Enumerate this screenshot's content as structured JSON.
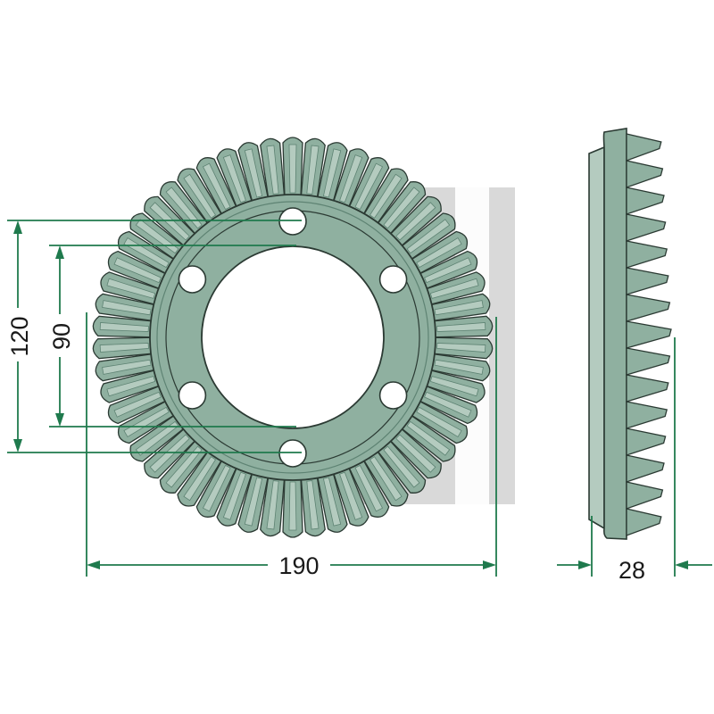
{
  "dimensions": {
    "outer_diameter": "190",
    "width": "28",
    "bolt_circle_outer": "120",
    "bolt_circle_inner": "90"
  },
  "colors": {
    "gear_fill": "#8fb0a0",
    "gear_light": "#b4cbbf",
    "gear_dark": "#5e8373",
    "outline": "#2b3a33",
    "dimension_line": "#1f7a4d",
    "watermark": "#d9d9d9"
  },
  "gear": {
    "tooth_count": 54,
    "bolt_hole_count": 6
  },
  "icons": [
    "ring-gear-front-view",
    "ring-gear-side-view",
    "watermark-logo"
  ]
}
